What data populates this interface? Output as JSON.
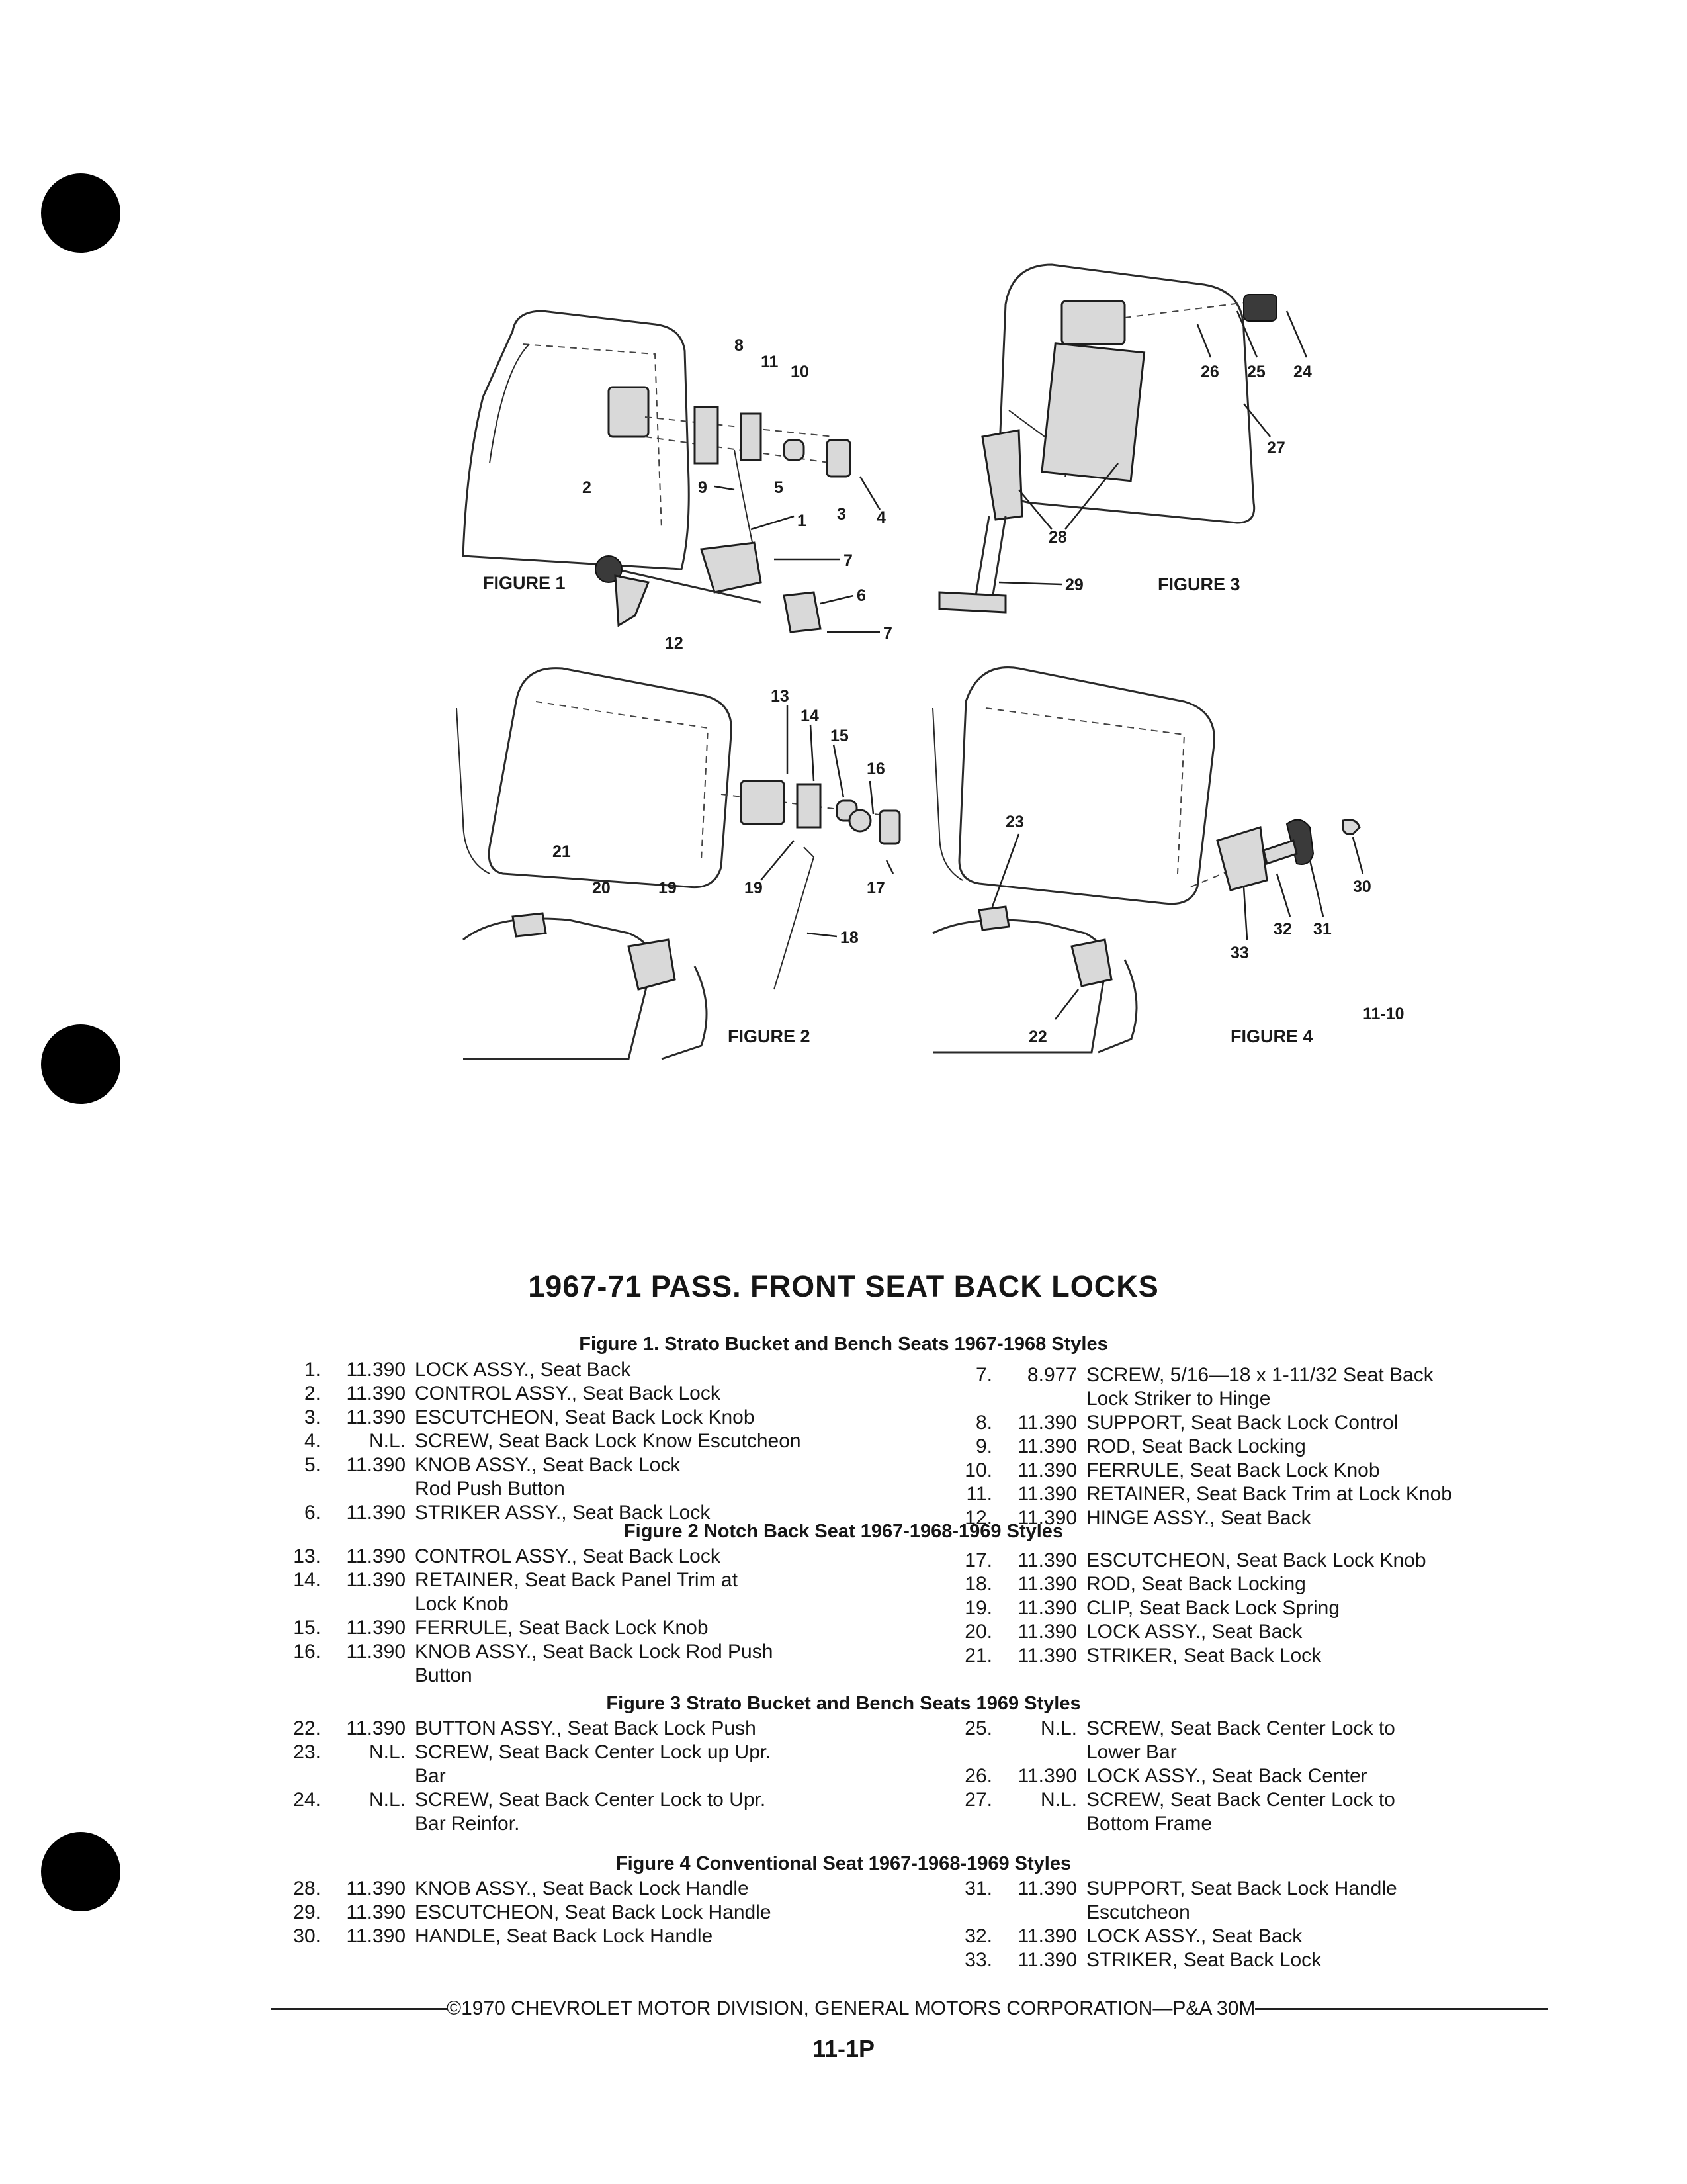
{
  "diagram": {
    "figure_labels": [
      "FIGURE 1",
      "FIGURE 2",
      "FIGURE 3",
      "FIGURE 4"
    ],
    "code": "11-10",
    "callouts": [
      "1",
      "2",
      "3",
      "4",
      "5",
      "6",
      "7",
      "7",
      "8",
      "9",
      "10",
      "11",
      "12",
      "13",
      "14",
      "15",
      "16",
      "17",
      "18",
      "19",
      "19",
      "20",
      "21",
      "22",
      "23",
      "24",
      "25",
      "26",
      "27",
      "28",
      "29",
      "30",
      "31",
      "32",
      "33"
    ]
  },
  "title": "1967-71 PASS. FRONT SEAT BACK LOCKS",
  "sections": [
    {
      "heading": "Figure 1. Strato Bucket and Bench Seats 1967-1968 Styles",
      "left": [
        {
          "num": "1.",
          "code": "11.390",
          "lines": [
            "LOCK ASSY., Seat Back"
          ]
        },
        {
          "num": "2.",
          "code": "11.390",
          "lines": [
            "CONTROL ASSY., Seat Back Lock"
          ]
        },
        {
          "num": "3.",
          "code": "11.390",
          "lines": [
            "ESCUTCHEON, Seat Back Lock Knob"
          ]
        },
        {
          "num": "4.",
          "code": "N.L.",
          "lines": [
            "SCREW, Seat Back Lock Know Escutcheon"
          ]
        },
        {
          "num": "5.",
          "code": "11.390",
          "lines": [
            "KNOB ASSY., Seat Back Lock",
            "Rod Push Button"
          ]
        },
        {
          "num": "6.",
          "code": "11.390",
          "lines": [
            "STRIKER ASSY., Seat Back Lock"
          ]
        }
      ],
      "right": [
        {
          "num": "7.",
          "code": "8.977",
          "lines": [
            "SCREW, 5/16—18 x 1-11/32 Seat Back",
            "Lock Striker to Hinge"
          ]
        },
        {
          "num": "8.",
          "code": "11.390",
          "lines": [
            "SUPPORT, Seat Back Lock Control"
          ]
        },
        {
          "num": "9.",
          "code": "11.390",
          "lines": [
            "ROD, Seat Back Locking"
          ]
        },
        {
          "num": "10.",
          "code": "11.390",
          "lines": [
            "FERRULE, Seat Back Lock Knob"
          ]
        },
        {
          "num": "11.",
          "code": "11.390",
          "lines": [
            "RETAINER, Seat Back Trim at Lock Knob"
          ]
        },
        {
          "num": "12.",
          "code": "11.390",
          "lines": [
            "HINGE ASSY., Seat Back"
          ]
        }
      ]
    },
    {
      "heading": "Figure 2 Notch Back Seat 1967-1968-1969 Styles",
      "left": [
        {
          "num": "13.",
          "code": "11.390",
          "lines": [
            "CONTROL ASSY., Seat Back Lock"
          ]
        },
        {
          "num": "14.",
          "code": "11.390",
          "lines": [
            "RETAINER, Seat Back Panel Trim at",
            "Lock Knob"
          ]
        },
        {
          "num": "15.",
          "code": "11.390",
          "lines": [
            "FERRULE, Seat Back Lock Knob"
          ]
        },
        {
          "num": "16.",
          "code": "11.390",
          "lines": [
            "KNOB ASSY., Seat Back Lock Rod Push",
            "Button"
          ]
        }
      ],
      "right": [
        {
          "num": "17.",
          "code": "11.390",
          "lines": [
            "ESCUTCHEON, Seat Back Lock Knob"
          ]
        },
        {
          "num": "18.",
          "code": "11.390",
          "lines": [
            "ROD, Seat Back Locking"
          ]
        },
        {
          "num": "19.",
          "code": "11.390",
          "lines": [
            "CLIP, Seat Back Lock Spring"
          ]
        },
        {
          "num": "20.",
          "code": "11.390",
          "lines": [
            "LOCK ASSY., Seat Back"
          ]
        },
        {
          "num": "21.",
          "code": "11.390",
          "lines": [
            "STRIKER, Seat Back Lock"
          ]
        }
      ]
    },
    {
      "heading": "Figure 3 Strato Bucket and Bench Seats 1969 Styles",
      "left": [
        {
          "num": "22.",
          "code": "11.390",
          "lines": [
            "BUTTON ASSY., Seat Back Lock Push"
          ]
        },
        {
          "num": "23.",
          "code": "N.L.",
          "lines": [
            "SCREW, Seat Back Center Lock up Upr.",
            "Bar"
          ]
        },
        {
          "num": "24.",
          "code": "N.L.",
          "lines": [
            "SCREW, Seat Back Center Lock to Upr.",
            "Bar Reinfor."
          ]
        }
      ],
      "right": [
        {
          "num": "25.",
          "code": "N.L.",
          "lines": [
            "SCREW, Seat Back Center Lock to",
            "Lower Bar"
          ]
        },
        {
          "num": "26.",
          "code": "11.390",
          "lines": [
            "LOCK ASSY., Seat Back Center"
          ]
        },
        {
          "num": "27.",
          "code": "N.L.",
          "lines": [
            "SCREW, Seat Back Center Lock to",
            "Bottom Frame"
          ]
        }
      ]
    },
    {
      "heading": "Figure 4 Conventional Seat 1967-1968-1969 Styles",
      "left": [
        {
          "num": "28.",
          "code": "11.390",
          "lines": [
            "KNOB ASSY., Seat Back Lock Handle"
          ]
        },
        {
          "num": "29.",
          "code": "11.390",
          "lines": [
            "ESCUTCHEON, Seat Back Lock Handle"
          ]
        },
        {
          "num": "30.",
          "code": "11.390",
          "lines": [
            "HANDLE, Seat Back Lock Handle"
          ]
        }
      ],
      "right": [
        {
          "num": "31.",
          "code": "11.390",
          "lines": [
            "SUPPORT, Seat Back Lock Handle",
            "Escutcheon"
          ]
        },
        {
          "num": "32.",
          "code": "11.390",
          "lines": [
            "LOCK ASSY., Seat Back"
          ]
        },
        {
          "num": "33.",
          "code": "11.390",
          "lines": [
            "STRIKER, Seat Back Lock"
          ]
        }
      ]
    }
  ],
  "footer": "©1970 CHEVROLET MOTOR DIVISION, GENERAL MOTORS CORPORATION—P&A 30M",
  "page_number": "11-1P"
}
